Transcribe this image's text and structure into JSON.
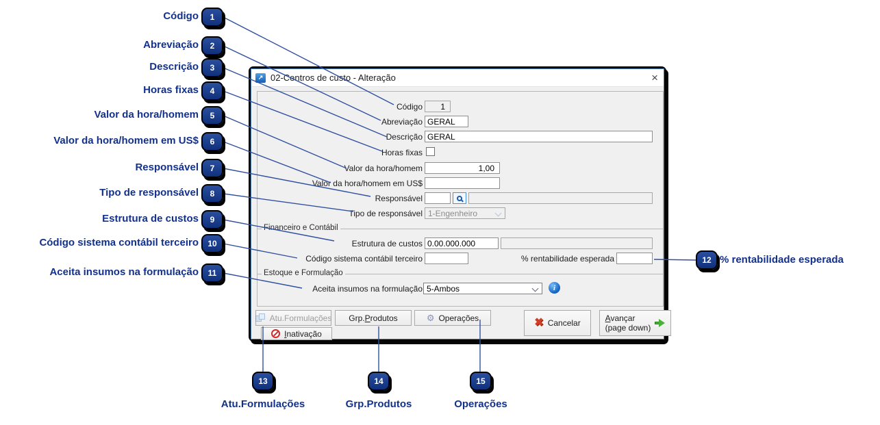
{
  "annotation": {
    "accent_color": "#12318c",
    "line_color": "#3050a0",
    "callouts": [
      {
        "n": "1",
        "label": "Código"
      },
      {
        "n": "2",
        "label": "Abreviação"
      },
      {
        "n": "3",
        "label": "Descrição"
      },
      {
        "n": "4",
        "label": "Horas fixas"
      },
      {
        "n": "5",
        "label": "Valor da hora/homem"
      },
      {
        "n": "6",
        "label": "Valor da hora/homem em US$"
      },
      {
        "n": "7",
        "label": "Responsável"
      },
      {
        "n": "8",
        "label": "Tipo de responsável"
      },
      {
        "n": "9",
        "label": "Estrutura de custos"
      },
      {
        "n": "10",
        "label": "Código sistema contábil terceiro"
      },
      {
        "n": "11",
        "label": "Aceita insumos na formulação"
      },
      {
        "n": "12",
        "label": "% rentabilidade esperada"
      },
      {
        "n": "13",
        "label": "Atu.Formulações"
      },
      {
        "n": "14",
        "label": "Grp.Produtos"
      },
      {
        "n": "15",
        "label": "Operações"
      }
    ]
  },
  "dialog": {
    "title": "02-Centros de custo - Alteração",
    "icons": {
      "window_glyph": "↗",
      "close_glyph": "×",
      "gear_glyph": "⚙",
      "cancel_glyph": "✖",
      "info_glyph": "i",
      "search_icon": "css-shape",
      "inactivate_icon": "css-shape",
      "advance_arrow_icon": "css-shape"
    },
    "groups": {
      "financeiro": "Financeiro e Contábil",
      "estoque": "Estoque e Formulação"
    },
    "fields": {
      "codigo": {
        "label": "Código",
        "value": "1"
      },
      "abreviacao": {
        "label": "Abreviação",
        "value": "GERAL"
      },
      "descricao": {
        "label": "Descrição",
        "value": "GERAL"
      },
      "horas_fixas": {
        "label": "Horas fixas",
        "checked": false
      },
      "valor_hora_homem": {
        "label": "Valor da hora/homem",
        "value": "1,00"
      },
      "valor_hora_homem_usd": {
        "label": "Valor da hora/homem em US$",
        "value": ""
      },
      "responsavel": {
        "label": "Responsável",
        "code": "",
        "name": ""
      },
      "tipo_responsavel": {
        "label": "Tipo de responsável",
        "value": "1-Engenheiro"
      },
      "estrutura_custos": {
        "label": "Estrutura de custos",
        "value": "0.00.000.000",
        "descricao": ""
      },
      "codigo_sistema_contabil_terceiro": {
        "label": "Código sistema contábil terceiro",
        "value": ""
      },
      "rentabilidade_esperada": {
        "label": "% rentabilidade esperada",
        "value": ""
      },
      "aceita_insumos": {
        "label": "Aceita insumos na formulação",
        "value": "5-Ambos"
      }
    },
    "buttons": {
      "atu_formulacoes": {
        "label": "Atu.Formulações",
        "disabled": true
      },
      "grp_produtos": {
        "pre": "Grp.",
        "key": "P",
        "post": "rodutos"
      },
      "operacoes": {
        "label": "Operações"
      },
      "inativacao": {
        "pre": "",
        "key": "I",
        "post": "nativação"
      },
      "cancelar": {
        "label": "Cancelar"
      },
      "avancar": {
        "pre": "",
        "key": "A",
        "post": "vançar",
        "line2": "(page down)"
      }
    }
  }
}
